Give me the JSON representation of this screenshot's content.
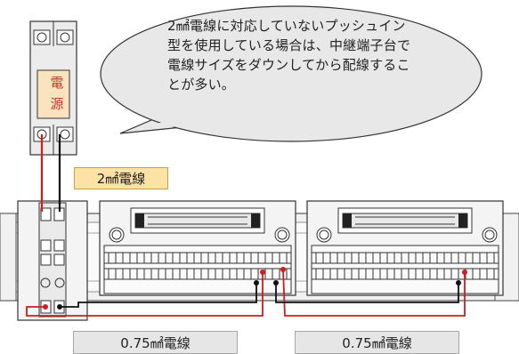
{
  "callout": {
    "lines": [
      "2㎟電線に対応していないプッシュイン",
      "型を使用している場合は、中継端子台で",
      "電線サイズをダウンしてから配線するこ",
      "とが多い。"
    ]
  },
  "power_supply": {
    "label_top": "電",
    "label_bottom": "源"
  },
  "labels": {
    "main_wire": "2㎟電線",
    "branch_wire_left": "0.75㎟電線",
    "branch_wire_right": "0.75㎟電線"
  },
  "colors": {
    "wire_red": "#d01c1c",
    "wire_black": "#111111",
    "callout_fill": "#e8e8e8",
    "main_label_fill": "#fde2a6",
    "branch_label_fill": "#e6e6e6",
    "psu_fill": "#fbe3c0"
  }
}
